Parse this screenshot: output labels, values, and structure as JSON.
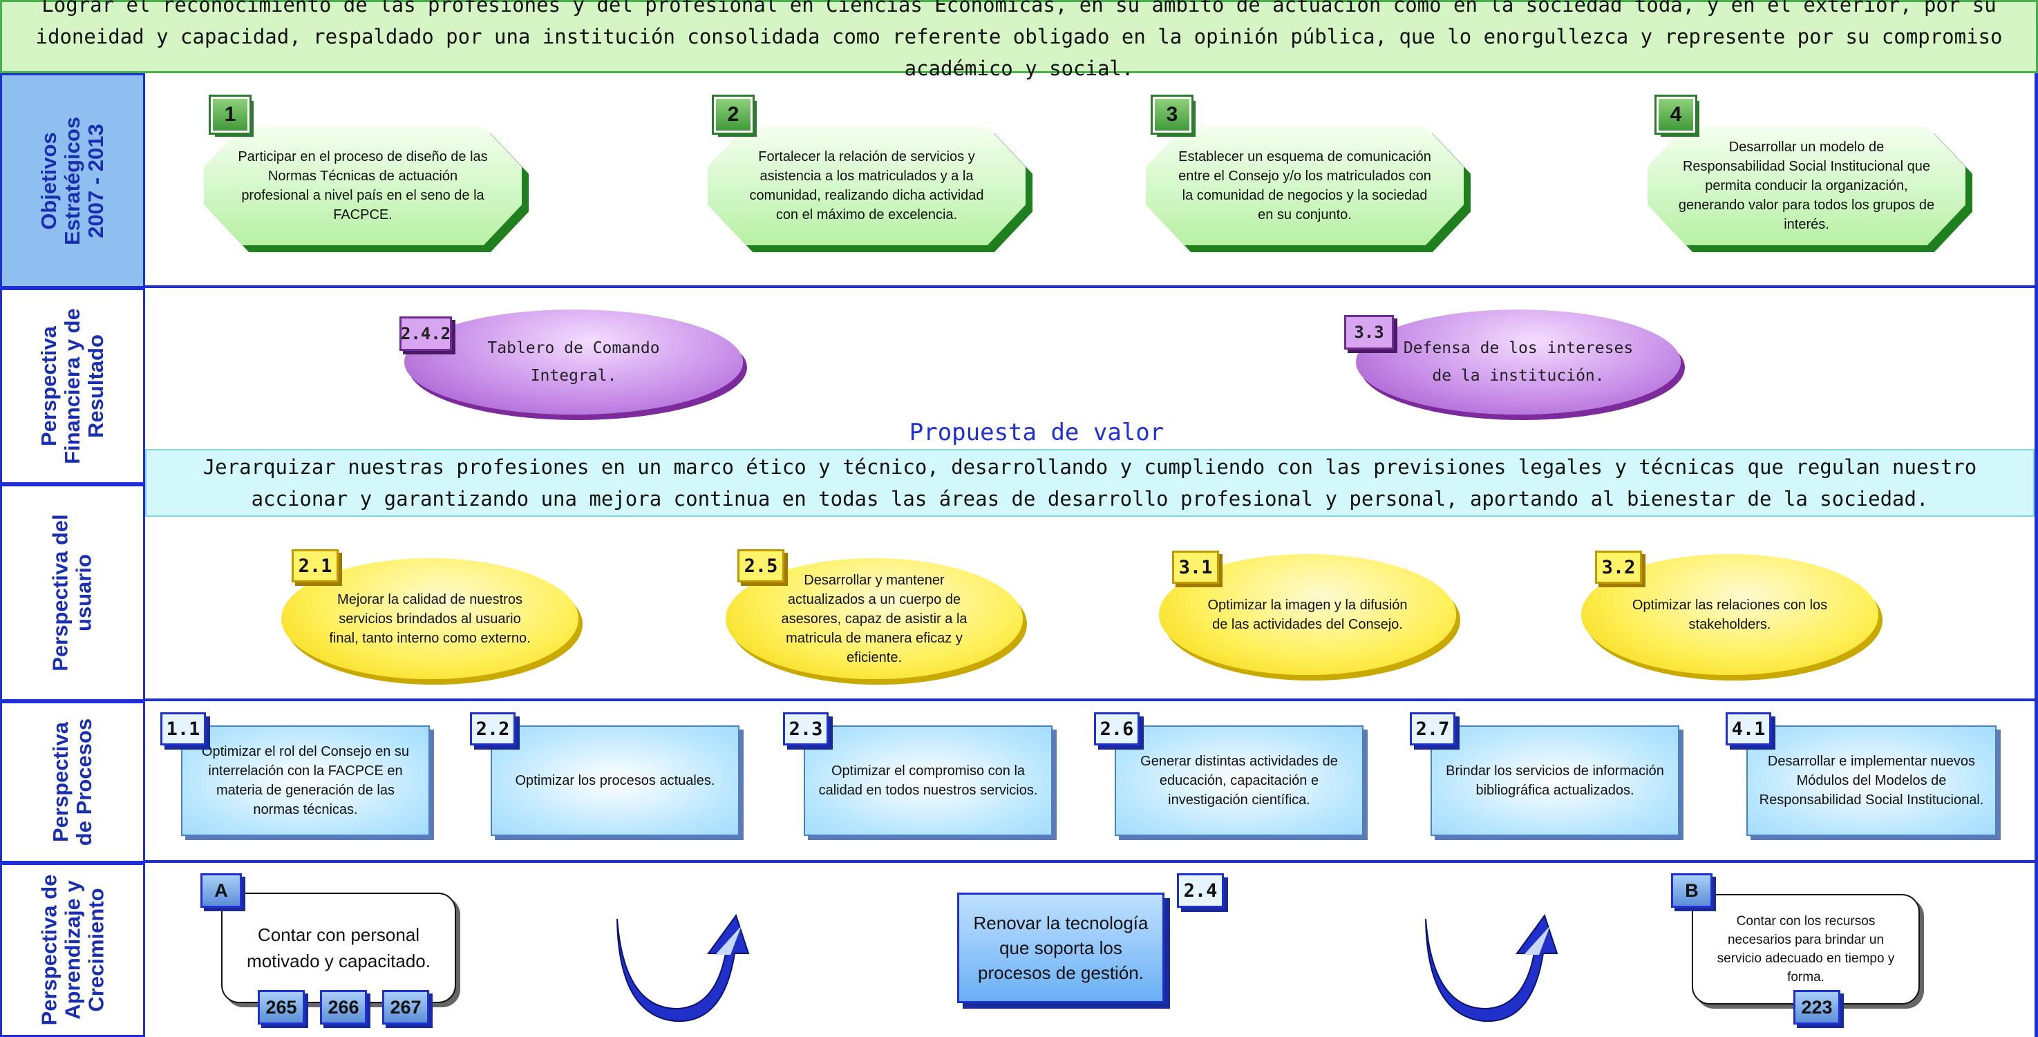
{
  "vision": "Lograr el reconocimiento de las profesiones y del profesional en Ciencias Económicas, en su ámbito de actuación como en la sociedad toda, y en el exterior, por su idoneidad y capacidad, respaldado por una institución consolidada como referente obligado en la opinión pública, que lo enorgullezca y represente por su compromiso académico y social.",
  "rows": {
    "objetivos": "Objetivos\nEstratégicos\n2007 - 2013",
    "financiera": "Perspectiva\nFinanciera y de\nResultado",
    "usuario": "Perspectiva del\nusuario",
    "procesos": "Perspectiva\nde Procesos",
    "aprendizaje": "Perspectiva de\nAprendizaje y\nCrecimiento"
  },
  "objectives": [
    {
      "num": "1",
      "text": "Participar en el proceso de diseño de las Normas Técnicas de actuación profesional a nivel país en el seno de la FACPCE."
    },
    {
      "num": "2",
      "text": "Fortalecer la relación de servicios y asistencia a los matriculados y a la comunidad, realizando dicha actividad con el máximo de excelencia."
    },
    {
      "num": "3",
      "text": "Establecer un esquema de comunicación entre el Consejo y/o los matriculados con la comunidad de negocios y la sociedad en su conjunto."
    },
    {
      "num": "4",
      "text": "Desarrollar un modelo de Responsabilidad Social Institucional que permita conducir la organización, generando valor para todos los grupos de interés."
    }
  ],
  "financial": [
    {
      "code": "2.4.2",
      "line1": "Tablero de Comando",
      "line2": "Integral."
    },
    {
      "code": "3.3",
      "line1": "Defensa de los intereses",
      "line2": "de la institución."
    }
  ],
  "value_prop": {
    "title": "Propuesta de valor",
    "text": "Jerarquizar nuestras profesiones en un marco ético y técnico, desarrollando y cumpliendo con las previsiones legales y técnicas que regulan nuestro accionar y garantizando una mejora continua en todas las áreas de desarrollo profesional y personal, aportando al bienestar de la sociedad."
  },
  "user": [
    {
      "code": "2.1",
      "text": "Mejorar la calidad de nuestros servicios brindados al usuario final, tanto interno como externo."
    },
    {
      "code": "2.5",
      "text": "Desarrollar y mantener actualizados a un cuerpo de asesores, capaz de asistir a la matricula de manera eficaz y eficiente."
    },
    {
      "code": "3.1",
      "text": "Optimizar la imagen y la difusión de las actividades del Consejo."
    },
    {
      "code": "3.2",
      "text": "Optimizar las relaciones con los stakeholders."
    }
  ],
  "process": [
    {
      "code": "1.1",
      "text": "Optimizar el rol del Consejo en su interrelación con la FACPCE en materia de generación de las normas técnicas."
    },
    {
      "code": "2.2",
      "text": "Optimizar los procesos actuales."
    },
    {
      "code": "2.3",
      "text": "Optimizar el compromiso con la calidad en todos nuestros servicios."
    },
    {
      "code": "2.6",
      "text": "Generar distintas actividades de educación, capacitación e investigación científica."
    },
    {
      "code": "2.7",
      "text": "Brindar los servicios de información bibliográfica actualizados."
    },
    {
      "code": "4.1",
      "text": "Desarrollar e implementar nuevos Módulos del Modelos de Responsabilidad Social Institucional."
    }
  ],
  "learning": {
    "a": {
      "code": "A",
      "text": "Contar con personal motivado y capacitado.",
      "tags": [
        "265",
        "266",
        "267"
      ]
    },
    "tech": {
      "code": "2.4",
      "text": "Renovar la tecnología que soporta los procesos de gestión."
    },
    "b": {
      "code": "B",
      "text": "Contar con los recursos necesarios para brindar un servicio adecuado en tiempo y forma.",
      "tags": [
        "223"
      ]
    }
  }
}
